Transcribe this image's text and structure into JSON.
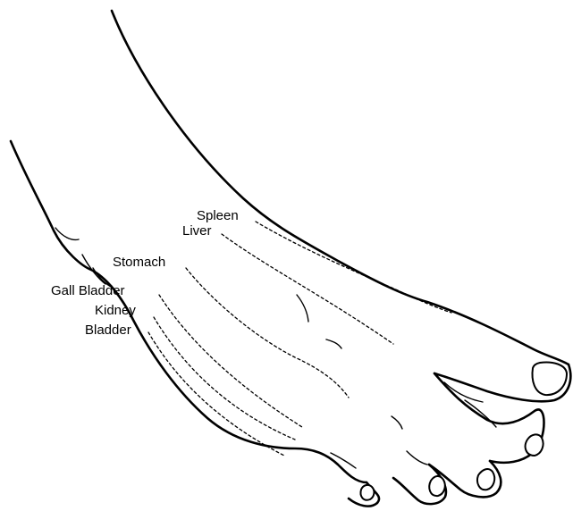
{
  "labels": {
    "spleen": "Spleen",
    "liver": "Liver",
    "stomach": "Stomach",
    "gall_bladder": "Gall Bladder",
    "kidney": "Kidney",
    "bladder": "Bladder"
  }
}
